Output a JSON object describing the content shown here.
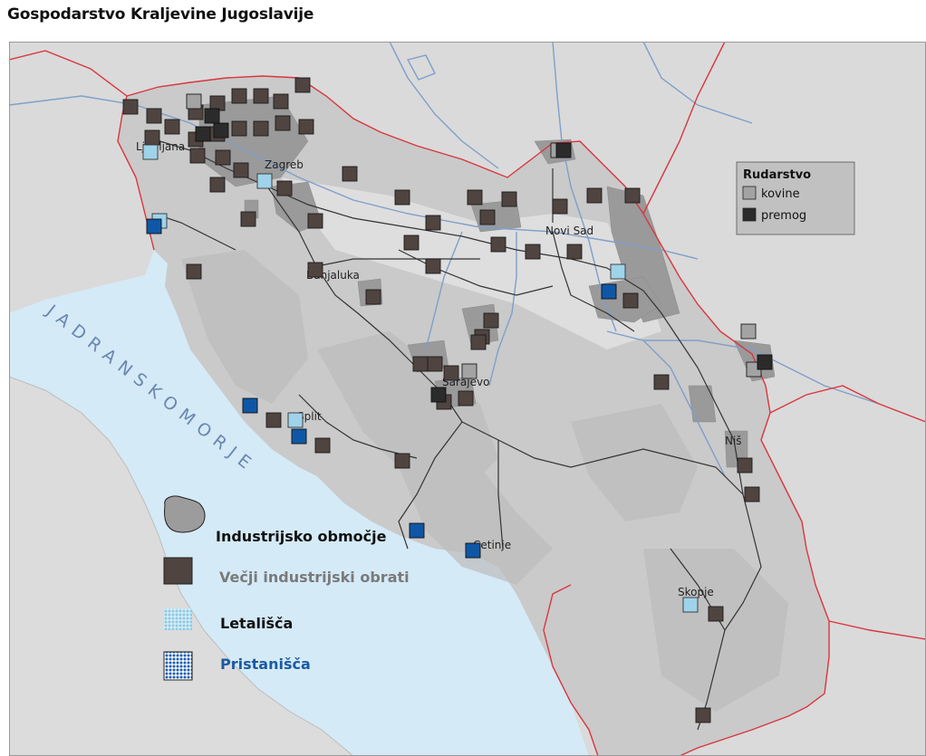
{
  "title": "Gospodarstvo Kraljevine Jugoslavije",
  "colors": {
    "sea": "#d4eaf6",
    "land_inside": "#cfcfcf",
    "land_outside": "#dcdcdc",
    "border_red": "#d9363e",
    "rivers": "#7f9fc9",
    "rail": "#333333",
    "industry_zone": "#9c9c9c",
    "factory": "#4f4440",
    "metals": "#a3a3a3",
    "coal": "#2b2b2b",
    "airport": "#9fd3ea",
    "port": "#0f57a6"
  },
  "cities": [
    {
      "name": "Ljubljana"
    },
    {
      "name": "Zagreb"
    },
    {
      "name": "Banjaluka"
    },
    {
      "name": "Novi Sad"
    },
    {
      "name": "Sarajevo"
    },
    {
      "name": "Split"
    },
    {
      "name": "Cetinje"
    },
    {
      "name": "Niš"
    },
    {
      "name": "Skopje"
    }
  ],
  "sea_label": "JADRANSKO MORJE",
  "legend_mining": {
    "title": "Rudarstvo",
    "metals": "kovine",
    "coal": "premog"
  },
  "legend_main": {
    "industry_zone": "Industrijsko območje",
    "factories": "Večji industrijski obrati",
    "airports": "Letališča",
    "ports": "Pristanišča"
  }
}
